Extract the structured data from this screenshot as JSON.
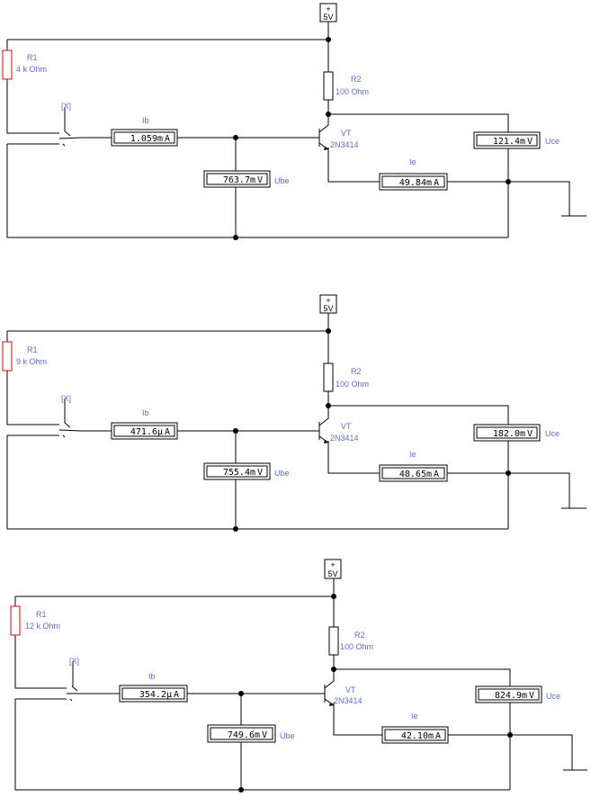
{
  "circuits": [
    {
      "source": {
        "plus": "+",
        "label": "5V"
      },
      "r1": {
        "name": "R1",
        "value": "4 k Ohm"
      },
      "r2": {
        "name": "R2",
        "value": "100  Ohm"
      },
      "switch": {
        "key": "[X]"
      },
      "transistor": {
        "name": "VT",
        "model": "2N3414"
      },
      "ib": {
        "label": "Ib",
        "reading": "1.059m",
        "unit": "A"
      },
      "ube": {
        "label": "Ube",
        "reading": "763.7m",
        "unit": "V"
      },
      "uce": {
        "label": "Uce",
        "reading": "121.4m",
        "unit": "V"
      },
      "ie": {
        "label": "Ie",
        "reading": "49.84m",
        "unit": "A"
      }
    },
    {
      "source": {
        "plus": "+",
        "label": "5V"
      },
      "r1": {
        "name": "R1",
        "value": "9 k Ohm"
      },
      "r2": {
        "name": "R2",
        "value": "100  Ohm"
      },
      "switch": {
        "key": "[X]"
      },
      "transistor": {
        "name": "VT",
        "model": "2N3414"
      },
      "ib": {
        "label": "Ib",
        "reading": "471.6µ",
        "unit": "A"
      },
      "ube": {
        "label": "Ube",
        "reading": "755.4m",
        "unit": "V"
      },
      "uce": {
        "label": "Uce",
        "reading": "182.0m",
        "unit": "V"
      },
      "ie": {
        "label": "Ie",
        "reading": "48.65m",
        "unit": "A"
      }
    },
    {
      "source": {
        "plus": "+",
        "label": "5V"
      },
      "r1": {
        "name": "R1",
        "value": "12 k Ohm"
      },
      "r2": {
        "name": "R2",
        "value": "100  Ohm"
      },
      "switch": {
        "key": "[X]"
      },
      "transistor": {
        "name": "VT",
        "model": "2N3414"
      },
      "ib": {
        "label": "Ib",
        "reading": "354.2µ",
        "unit": "A"
      },
      "ube": {
        "label": "Ube",
        "reading": "749.6m",
        "unit": "V"
      },
      "uce": {
        "label": "Uce",
        "reading": "824.9m",
        "unit": "V"
      },
      "ie": {
        "label": "Ie",
        "reading": "42.10m",
        "unit": "A"
      }
    }
  ]
}
